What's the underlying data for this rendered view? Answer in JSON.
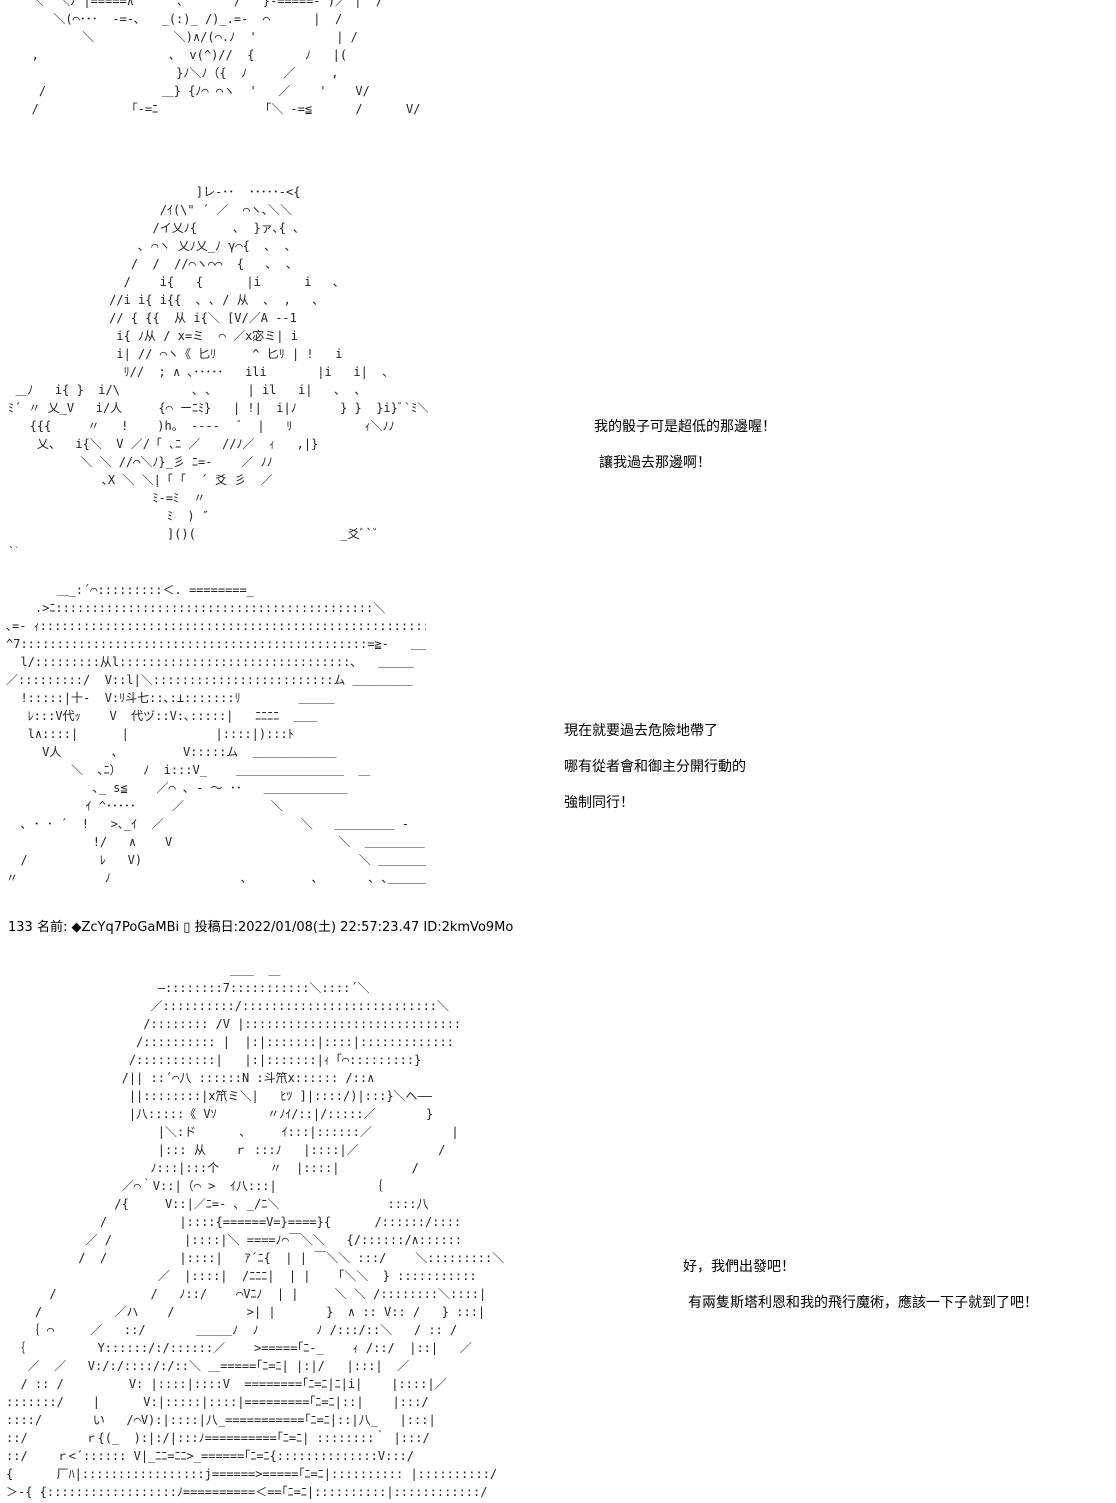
{
  "post_header": {
    "number": "133",
    "name_label": "名前:",
    "trip": "◆ZcYq7PoGaMBi",
    "box": "▯",
    "date_label": "投稿日:",
    "date": "2022/01/08(土) 22:57:23.47",
    "id": "ID:2kmVo9Mo"
  },
  "dialogue": {
    "block1": {
      "line1": "我的骰子可是超低的那邊喔！",
      "line2": "讓我過去那邊啊！"
    },
    "block2": {
      "line1": "現在就要過去危險地帶了",
      "line2": "哪有從者會和御主分開行動的",
      "line3": "強制同行！"
    },
    "block3": {
      "line1": "好，我們出發吧！",
      "line2": "有兩隻斯塔利恩和我的飛行魔術，應該一下子就到了吧！"
    }
  }
}
